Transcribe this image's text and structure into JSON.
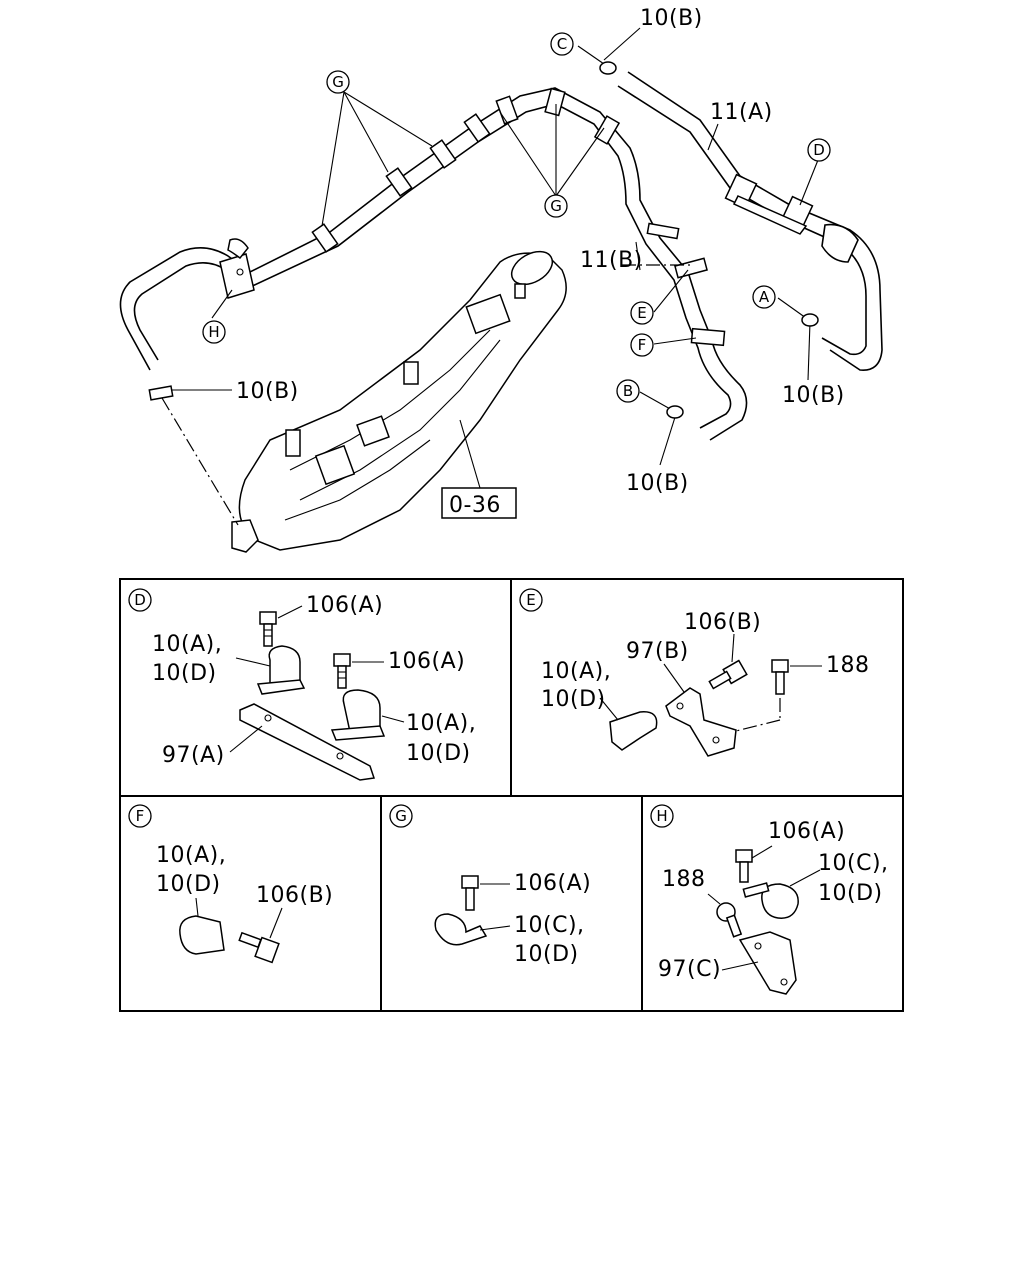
{
  "main": {
    "hose_11a": "11(A)",
    "hose_11b": "11(B)",
    "clip_c": "10(B)",
    "clip_left": "10(B)",
    "clip_a": "10(B)",
    "clip_b": "10(B)",
    "ref_box": "0-36",
    "callouts": {
      "a": "A",
      "b": "B",
      "c": "C",
      "d": "D",
      "e": "E",
      "f": "F",
      "g": "G",
      "h": "H"
    }
  },
  "detail_d": {
    "tag": "D",
    "bolt1": "106(A)",
    "bolt2": "106(A)",
    "clamp1_l1": "10(A),",
    "clamp1_l2": "10(D)",
    "clamp2_l1": "10(A),",
    "clamp2_l2": "10(D)",
    "bracket": "97(A)"
  },
  "detail_e": {
    "tag": "E",
    "bolt1": "106(B)",
    "bracket": "97(B)",
    "bolt2": "188",
    "clamp_l1": "10(A),",
    "clamp_l2": "10(D)"
  },
  "detail_f": {
    "tag": "F",
    "clamp_l1": "10(A),",
    "clamp_l2": "10(D)",
    "bolt": "106(B)"
  },
  "detail_g": {
    "tag": "G",
    "bolt": "106(A)",
    "clamp_l1": "10(C),",
    "clamp_l2": "10(D)"
  },
  "detail_h": {
    "tag": "H",
    "bolt1": "106(A)",
    "clamp_l1": "10(C),",
    "clamp_l2": "10(D)",
    "bolt2": "188",
    "bracket": "97(C)"
  }
}
